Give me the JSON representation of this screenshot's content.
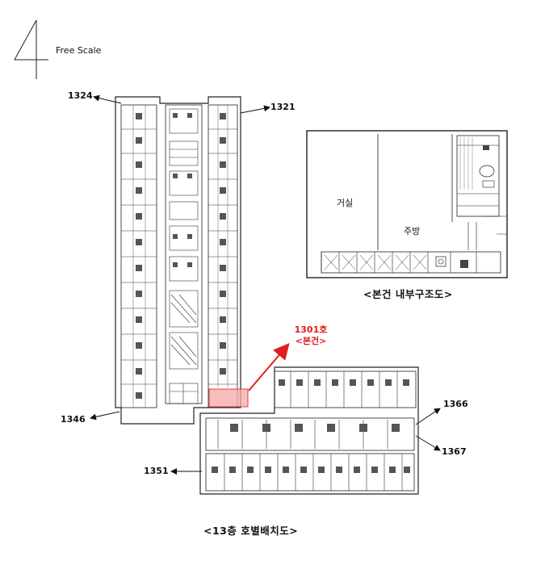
{
  "scale": {
    "label": "Free Scale"
  },
  "plan": {
    "units": {
      "u1324": "1324",
      "u1321": "1321",
      "u1346": "1346",
      "u1351": "1351",
      "u1366": "1366",
      "u1367": "1367"
    },
    "highlight": {
      "line1": "1301호",
      "line2": "<본건>",
      "color": "#e11d1d"
    },
    "caption": "<13층 호별배치도>"
  },
  "inset": {
    "room_living": "거실",
    "room_kitchen": "주방",
    "caption": "<본건 내부구조도>"
  }
}
